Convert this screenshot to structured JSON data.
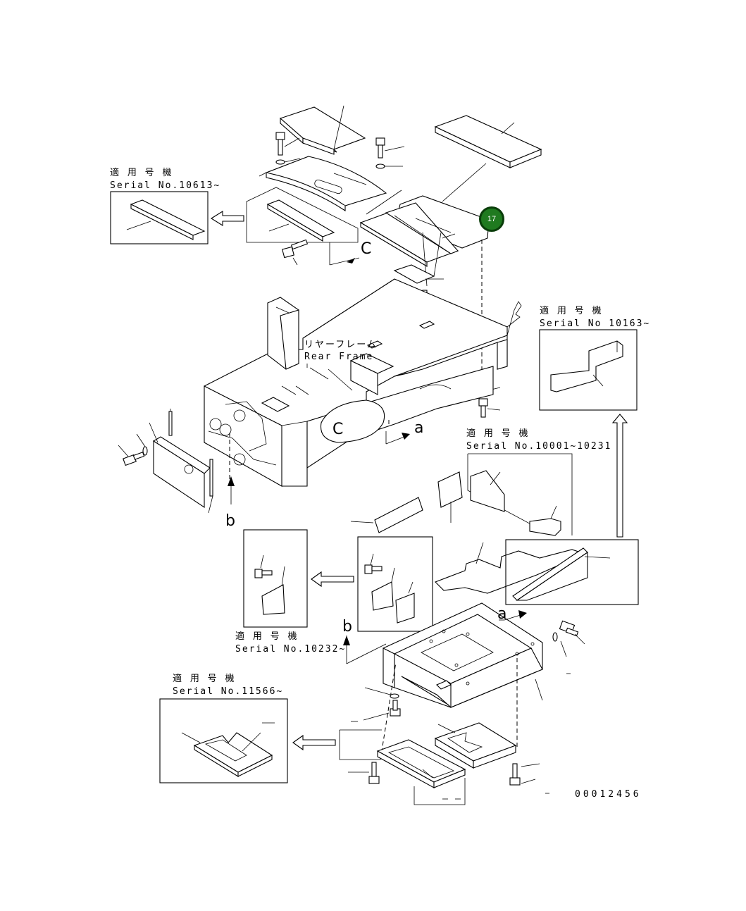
{
  "notes": [
    {
      "id": "n1",
      "jp": "適 用 号 機",
      "serial": "Serial No.10613~"
    },
    {
      "id": "n2",
      "jp": "適 用 号 機",
      "serial": "Serial No 10163~"
    },
    {
      "id": "n3",
      "jp": "適 用 号 機",
      "serial": "Serial No.10001~10231"
    },
    {
      "id": "n4",
      "jp": "適 用 号 機",
      "serial": "Serial No.10232~"
    },
    {
      "id": "n5",
      "jp": "適 用 号 機",
      "serial": "Serial No.11566~"
    }
  ],
  "frame_label": {
    "jp": "リヤーフレーム",
    "en": "Rear Frame"
  },
  "views": {
    "c_top": "C",
    "c_frame": "C",
    "a_frame": "a",
    "a_lower": "a",
    "b_frame": "b",
    "b_lower": "b"
  },
  "part_number": "00012456",
  "hotspot": {
    "label": "17",
    "color": "#1f7a1f",
    "border": "#0a3d0a",
    "text_color": "#ffffff"
  }
}
